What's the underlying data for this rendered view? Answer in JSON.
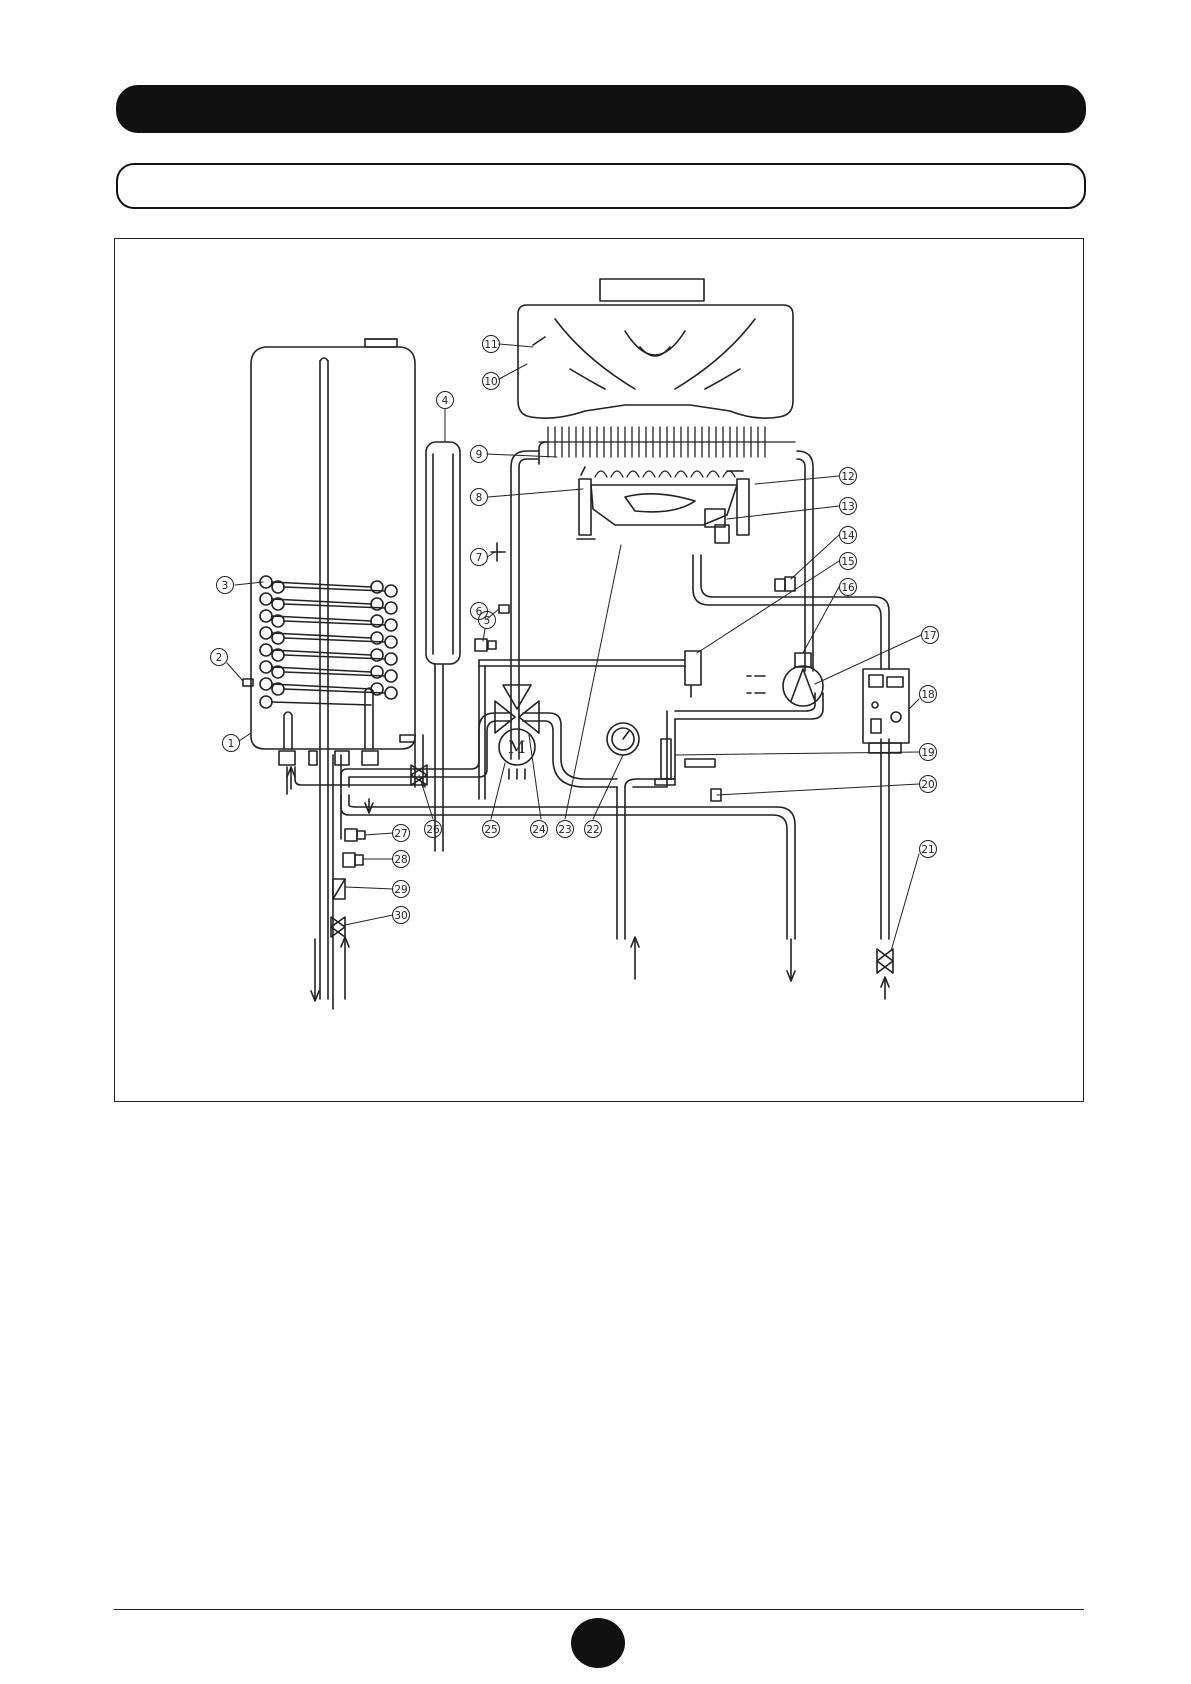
{
  "header": {
    "title": "",
    "subtitle": ""
  },
  "diagram": {
    "callouts": [
      "1",
      "2",
      "3",
      "4",
      "5",
      "6",
      "7",
      "8",
      "9",
      "10",
      "11",
      "12",
      "13",
      "14",
      "15",
      "16",
      "17",
      "18",
      "19",
      "20",
      "21",
      "22",
      "23",
      "24",
      "25",
      "26",
      "27",
      "28",
      "29",
      "30"
    ],
    "pump_motor_letter": "M"
  },
  "footer": {
    "page_number": ""
  },
  "colors": {
    "ink": "#222222",
    "bar": "#111111",
    "paper": "#ffffff"
  }
}
